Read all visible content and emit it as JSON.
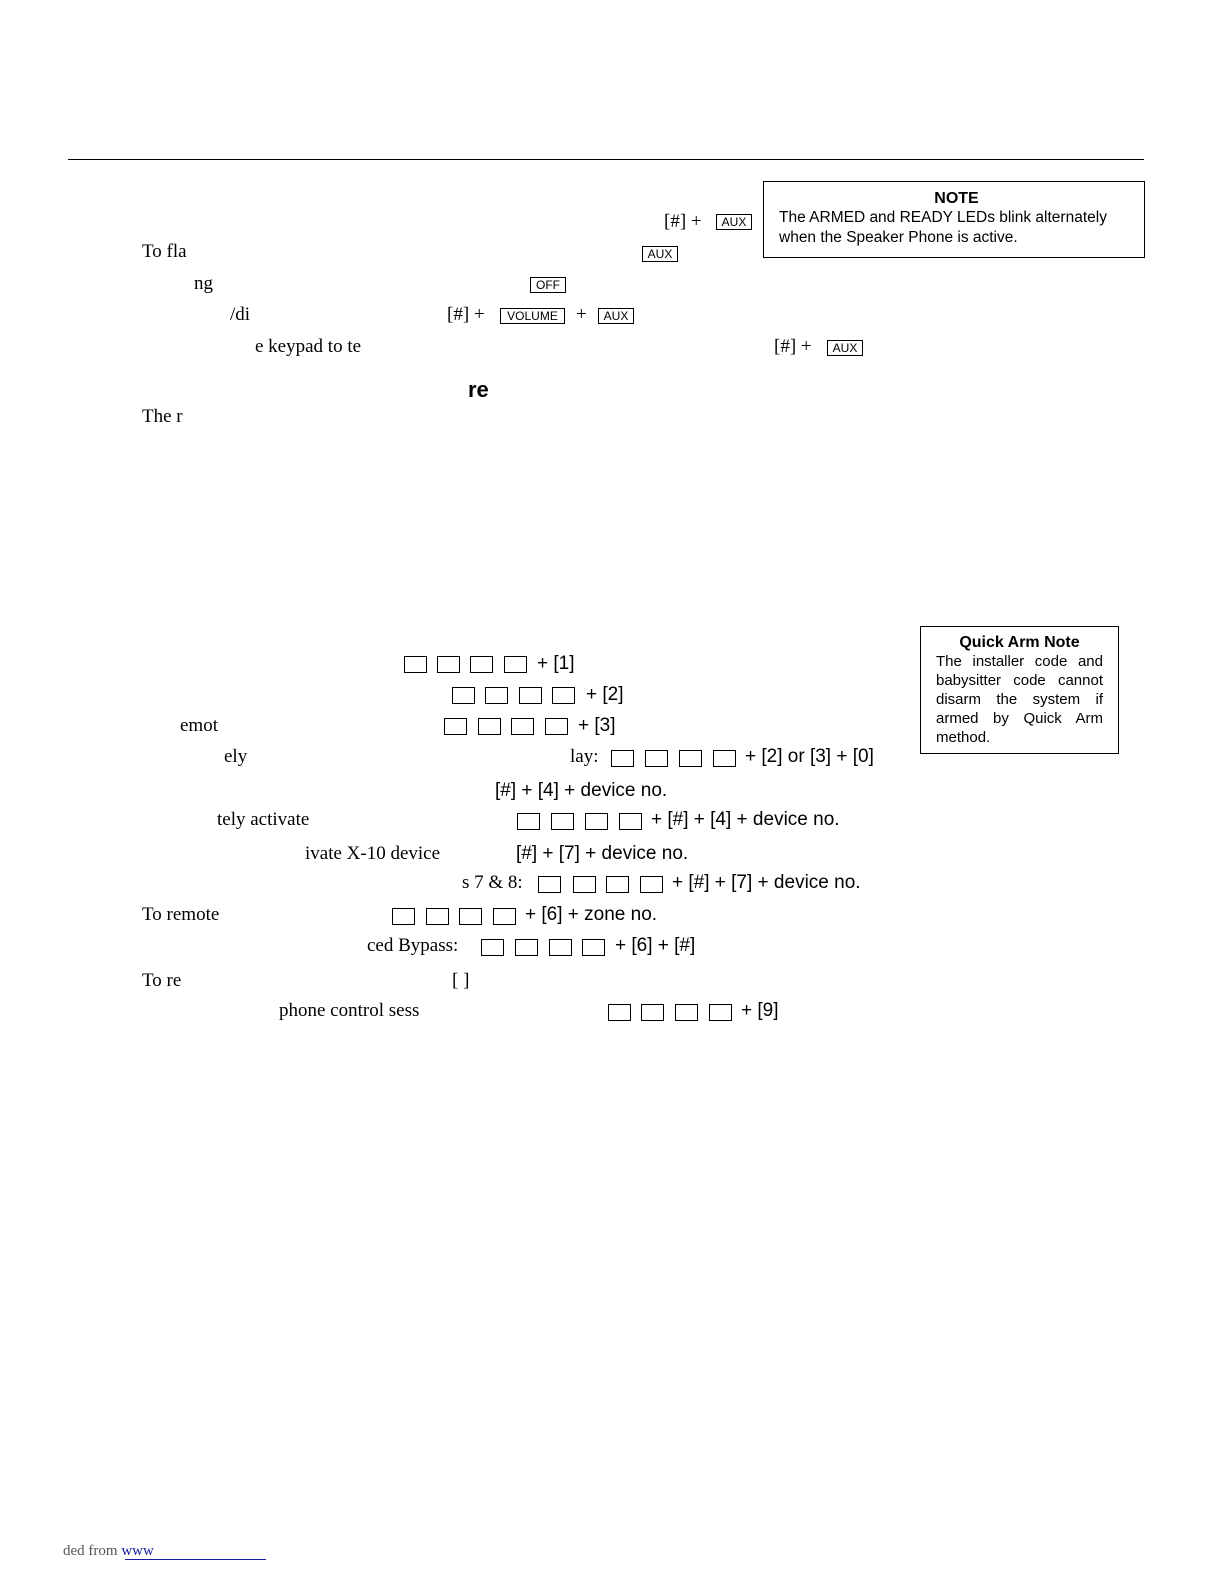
{
  "note": {
    "title": "NOTE",
    "line1": "The ARMED and READY LEDs blink alternately",
    "line2": "when the Speaker Phone is active."
  },
  "quick_arm_note": {
    "title": "Quick Arm Note",
    "text": "The installer code and babysitter code cannot disarm the system if armed by Quick Arm method."
  },
  "keys": {
    "aux": "AUX",
    "off": "OFF",
    "volume": "VOLUME"
  },
  "lines": {
    "l1_cmd": "[#] +",
    "l2_text": "To fla",
    "l3_text": "ng",
    "l4_text": "/di",
    "l4_cmd": "[#] +",
    "l4_plus": "+",
    "l5_text": "e keypad to te",
    "l5_cmd": "[#] +",
    "heading": "re",
    "l6_text": "The r",
    "q1_cmd": "+ [1]",
    "q2_cmd": "+ [2]",
    "q3_text": "emot",
    "q3_cmd": "+ [3]",
    "q4_text": "ely",
    "q4_mid": "lay:",
    "q4_cmd": "+ [2] or [3] + [0]",
    "q5_cmd": "[#] + [4] + device no.",
    "q6_text": "tely activate",
    "q6_cmd": "+ [#] + [4] + device no.",
    "q7_text": "ivate X-10 device",
    "q7_cmd": "[#] + [7] + device no.",
    "q8_text": "s 7 & 8:",
    "q8_cmd": "+  [#] + [7] + device no.",
    "q9_text": "To remote",
    "q9_cmd": "+ [6] + zone no.",
    "q10_text": "ced Bypass:",
    "q10_cmd": "+ [6] + [#]",
    "q11_text": "To re",
    "q11_cmd": "[   ]",
    "q12_text": "phone control sess",
    "q12_cmd": "+ [9]"
  },
  "footer": {
    "prefix": "ded from",
    "link": "www"
  }
}
